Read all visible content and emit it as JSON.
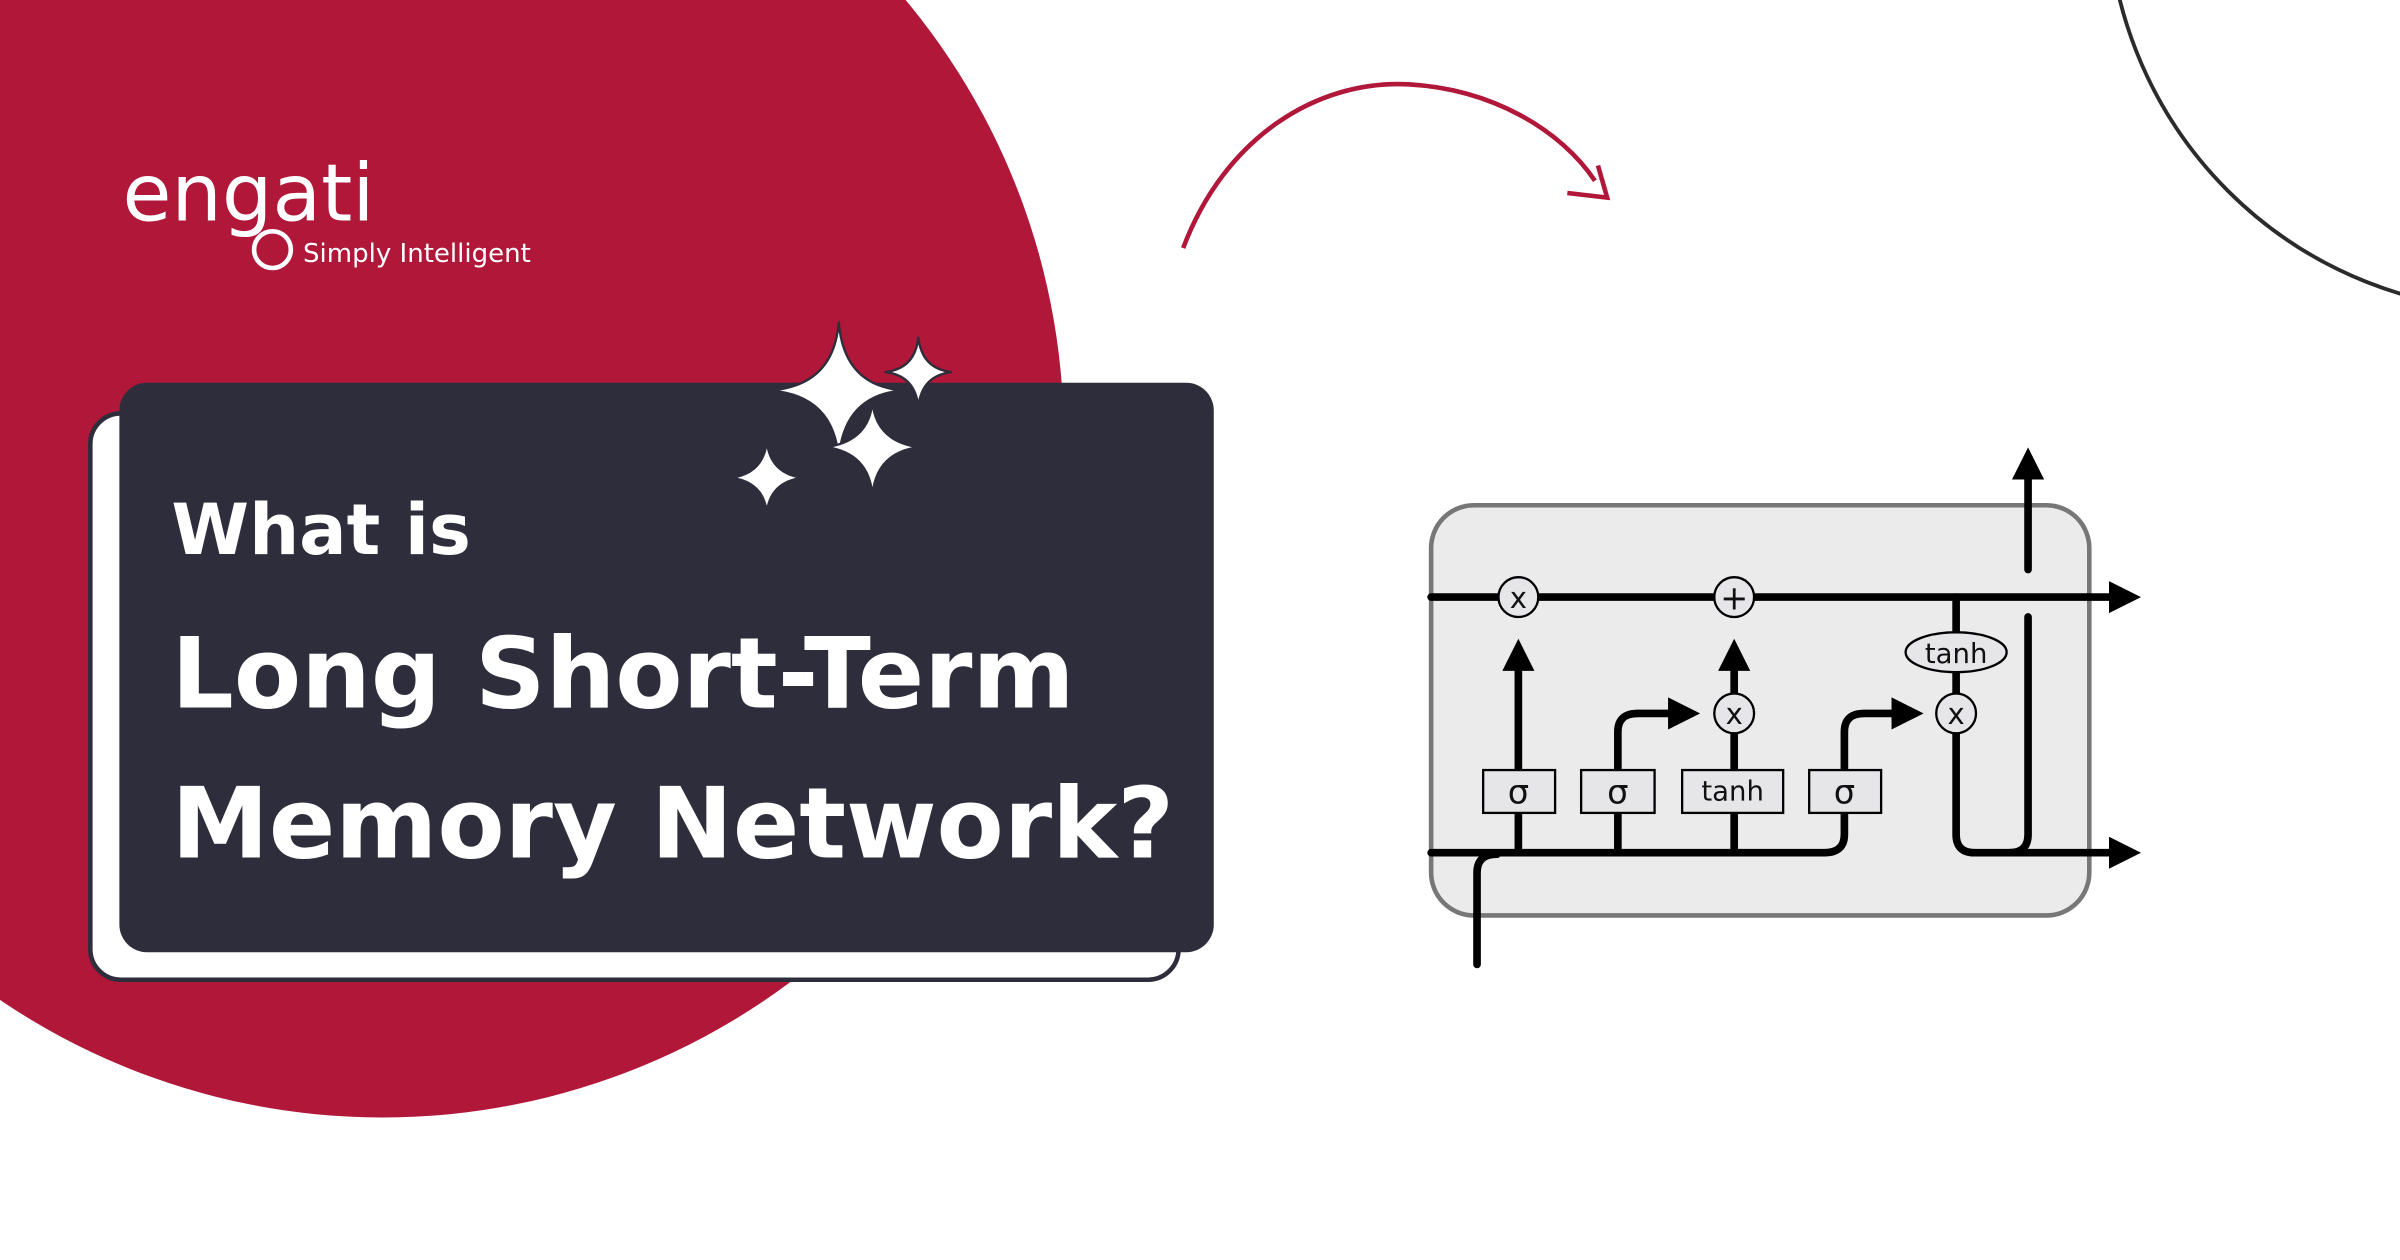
{
  "brand": {
    "name": "engati",
    "tagline": "Simply Intelligent"
  },
  "headline": {
    "line1": "What is",
    "line2": "Long Short-Term",
    "line3": "Memory Network?"
  },
  "diagram": {
    "ops": {
      "multiply": "x",
      "add": "+"
    },
    "gates": [
      "σ",
      "σ",
      "tanh",
      "σ"
    ],
    "cell_activation": "tanh"
  },
  "colors": {
    "brand_red": "#b01738",
    "card_dark": "#2e2d3b",
    "diagram_fill": "#ebebec",
    "diagram_border": "#777777"
  }
}
